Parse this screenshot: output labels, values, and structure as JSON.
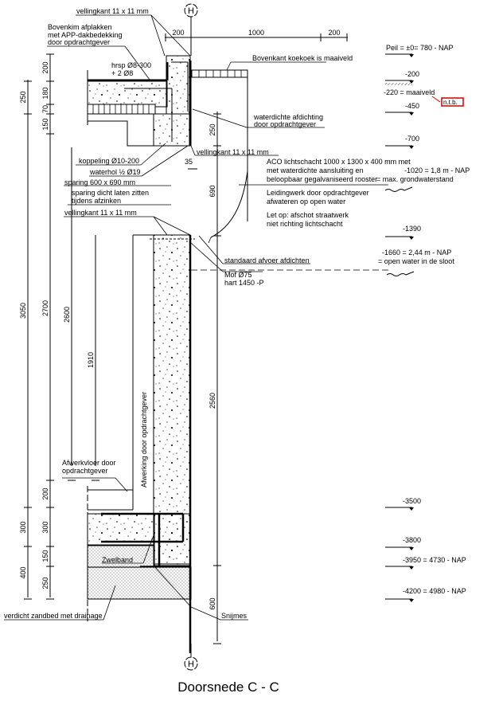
{
  "drawing": {
    "title": "Doorsnede C - C",
    "grid_axis": "H",
    "colors": {
      "line": "#000000",
      "highlight_box": "#cc0000",
      "hatch": "#555555"
    },
    "top_dimensions": [
      "200",
      "1000",
      "200"
    ],
    "left_dimensions": {
      "outer": [
        "250",
        "3050",
        "300",
        "400"
      ],
      "mid": [
        "200",
        "180",
        "70",
        "150",
        "2700",
        "200",
        "300",
        "150",
        "250"
      ],
      "inner": [
        "2600",
        "1910"
      ],
      "right": [
        "250",
        "690",
        "2560",
        "600",
        "35"
      ]
    },
    "annotations": {
      "vellingkant_top": "vellingkant 11 x 11 mm",
      "bovenkim_1": "Bovenkim afplakken",
      "bovenkim_2": "met APP-dakbedekking",
      "bovenkim_3": "door opdrachtgever",
      "hrsp_1": "hrsp Ø8-300",
      "hrsp_2": "+ 2 Ø8",
      "koekoek": "Bovenkant koekoek is maaiveld",
      "waterdicht_1": "waterdichte afdichting",
      "waterdicht_2": "door opdrachtgever",
      "vellingkant_mid": "vellingkant 11 x 11 mm",
      "koppeling": "koppeling Ø10-200",
      "waterhol": "waterhol ½ Ø19",
      "sparing": "sparing 600 x 690 mm",
      "sparing_dicht_1": "sparing dicht laten zitten",
      "sparing_dicht_2": "tijdens afzinken",
      "vellingkant_low": "vellingkant 11 x 11 mm",
      "aco_1": "ACO lichtschacht 1000 x 1300 x 400 mm met",
      "aco_2": "met waterdichte aansluiting en",
      "aco_3": "beloopbaar gegalvaniseerd rooster",
      "leiding_1": "Leidingwerk door opdrachtgever",
      "leiding_2": "afwateren op open water",
      "letop_1": "Let op: afschot straatwerk",
      "letop_2": "niet richting lichtschacht",
      "afvoer": "standaard afvoer afdichten",
      "mof_1": "Mof Ø75",
      "mof_2": "hart 1450 -P",
      "afwerking_wand": "Afwerking door opdrachtgever",
      "afwerkvloer_1": "Afwerkvloer door",
      "afwerkvloer_2": "opdrachtgever",
      "zwelband": "Zwelband",
      "zandbed": "verdicht zandbed met drainage",
      "snijmes": "Snijmes"
    },
    "levels": [
      {
        "label": "Peil =  ±0= 780 - NAP"
      },
      {
        "label": "-200"
      },
      {
        "label": "-220 = maaiveld"
      },
      {
        "label": "-450"
      },
      {
        "label": "-700"
      },
      {
        "label": "-1020 = 1,8 m - NAP"
      },
      {
        "label": "= max. grondwaterstand"
      },
      {
        "label": "-1390"
      },
      {
        "label": "-1660 = 2,44 m - NAP"
      },
      {
        "label": "= open water in de sloot"
      },
      {
        "label": "-3500"
      },
      {
        "label": "-3800"
      },
      {
        "label": "-3950  = 4730 - NAP"
      },
      {
        "label": "-4200 = 4980 - NAP"
      }
    ],
    "ntb_badge": "n.t.b."
  }
}
